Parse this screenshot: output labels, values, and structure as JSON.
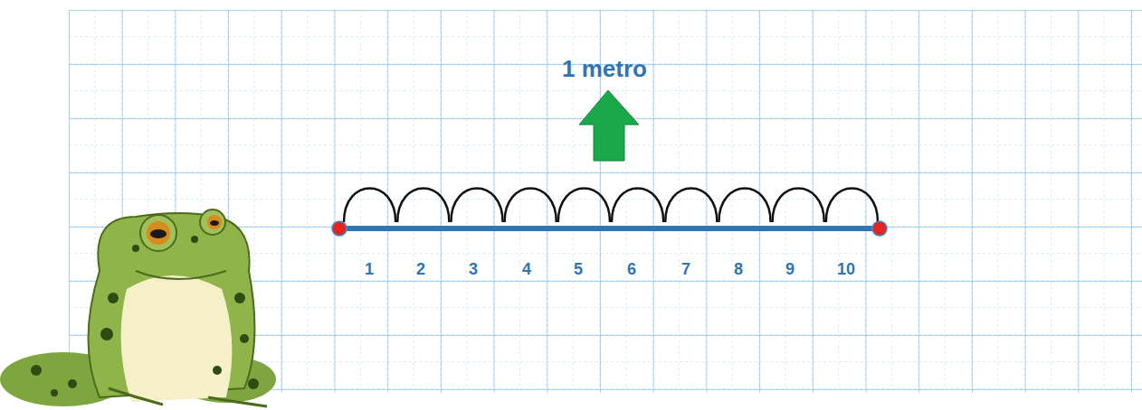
{
  "diagram": {
    "labels": [
      "1 metro",
      "1",
      "2",
      "3",
      "4",
      "5",
      "6",
      "7",
      "8",
      "9",
      "10"
    ]
  }
}
